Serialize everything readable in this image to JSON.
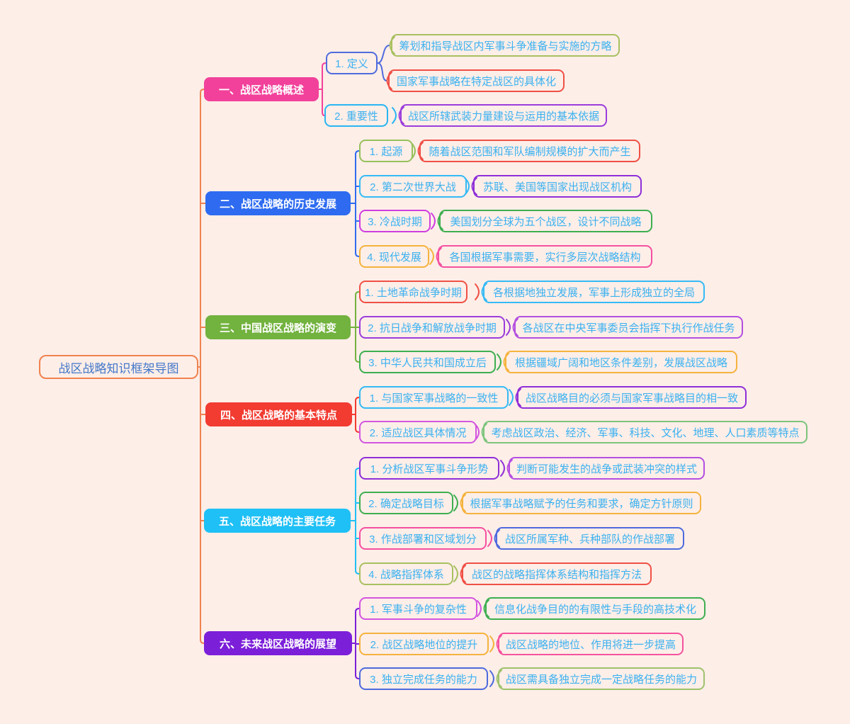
{
  "palette": {
    "background": "#fdeee8",
    "trunk": "#f0824f",
    "node_text": "#3ab1f0",
    "root_text": "#4277c9"
  },
  "root": {
    "label": "战区战略知识框架导图",
    "color": "#f0824f"
  },
  "branches": [
    {
      "label": "一、战区战略概述",
      "color": "#f2419b",
      "children": [
        {
          "label": "1. 定义",
          "color": "#4f6bdd",
          "leaves": [
            {
              "text": "筹划和指导战区内军事斗争准备与实施的方略",
              "color": "#a8c060"
            },
            {
              "text": "国家军事战略在特定战区的具体化",
              "color": "#f05045"
            }
          ]
        },
        {
          "label": "2. 重要性",
          "color": "#29b5f2",
          "leaves": [
            {
              "text": "战区所辖武装力量建设与运用的基本依据",
              "color": "#9b3ddb"
            }
          ]
        }
      ]
    },
    {
      "label": "二、战区战略的历史发展",
      "color": "#2e6bf0",
      "children": [
        {
          "label": "1. 起源",
          "color": "#97c15c",
          "leaves": [
            {
              "text": "随着战区范围和军队编制规模的扩大而产生",
              "color": "#f05045"
            }
          ]
        },
        {
          "label": "2. 第二次世界大战",
          "color": "#35baf5",
          "leaves": [
            {
              "text": "苏联、美国等国家出现战区机构",
              "color": "#8f2fd8"
            }
          ]
        },
        {
          "label": "3. 冷战时期",
          "color": "#cf3ee0",
          "leaves": [
            {
              "text": "美国划分全球为五个战区，设计不同战略",
              "color": "#3daf50"
            }
          ]
        },
        {
          "label": "4. 现代发展",
          "color": "#f5b33e",
          "leaves": [
            {
              "text": "各国根据军事需要，实行多层次战略结构",
              "color": "#f550a0"
            }
          ]
        }
      ]
    },
    {
      "label": "三、中国战区战略的演变",
      "color": "#72b23e",
      "children": [
        {
          "label": "1. 土地革命战争时期",
          "color": "#f05045",
          "leaves": [
            {
              "text": "各根据地独立发展，军事上形成独立的全局",
              "color": "#35baf5"
            }
          ]
        },
        {
          "label": "2. 抗日战争和解放战争时期",
          "color": "#9b3ddb",
          "leaves": [
            {
              "text": "各战区在中央军事委员会指挥下执行作战任务",
              "color": "#b44fe0"
            }
          ]
        },
        {
          "label": "3. 中华人民共和国成立后",
          "color": "#3daf50",
          "leaves": [
            {
              "text": "根据疆域广阔和地区条件差别，发展战区战略",
              "color": "#f5b33e"
            }
          ]
        }
      ]
    },
    {
      "label": "四、战区战略的基本特点",
      "color": "#f23b31",
      "children": [
        {
          "label": "1. 与国家军事战略的一致性",
          "color": "#35baf5",
          "leaves": [
            {
              "text": "战区战略目的必须与国家军事战略目的相一致",
              "color": "#8f2fd8"
            }
          ]
        },
        {
          "label": "2. 适应战区具体情况",
          "color": "#d355e0",
          "leaves": [
            {
              "text": "考虑战区政治、经济、军事、科技、文化、地理、人口素质等特点",
              "color": "#7cc47c"
            }
          ]
        }
      ]
    },
    {
      "label": "五、战区战略的主要任务",
      "color": "#1fc0f5",
      "children": [
        {
          "label": "1. 分析战区军事斗争形势",
          "color": "#8f2fd8",
          "leaves": [
            {
              "text": "判断可能发生的战争或武装冲突的样式",
              "color": "#b44fe0"
            }
          ]
        },
        {
          "label": "2. 确定战略目标",
          "color": "#3daf50",
          "leaves": [
            {
              "text": "根据军事战略赋予的任务和要求，确定方针原则",
              "color": "#f5b33e"
            }
          ]
        },
        {
          "label": "3. 作战部署和区域划分",
          "color": "#f550a0",
          "leaves": [
            {
              "text": "战区所属军种、兵种部队的作战部署",
              "color": "#4f6bdd"
            }
          ]
        },
        {
          "label": "4. 战略指挥体系",
          "color": "#a8c060",
          "leaves": [
            {
              "text": "战区的战略指挥体系结构和指挥方法",
              "color": "#f05045"
            }
          ]
        }
      ]
    },
    {
      "label": "六、未来战区战略的展望",
      "color": "#7c1fd9",
      "children": [
        {
          "label": "1. 军事斗争的复杂性",
          "color": "#d355e0",
          "leaves": [
            {
              "text": "信息化战争目的的有限性与手段的高技术化",
              "color": "#3daf50"
            }
          ]
        },
        {
          "label": "2. 战区战略地位的提升",
          "color": "#f5b33e",
          "leaves": [
            {
              "text": "战区战略的地位、作用将进一步提高",
              "color": "#f5539e"
            }
          ]
        },
        {
          "label": "3. 独立完成任务的能力",
          "color": "#4f6bdd",
          "leaves": [
            {
              "text": "战区需具备独立完成一定战略任务的能力",
              "color": "#9dc26b"
            }
          ]
        }
      ]
    }
  ]
}
